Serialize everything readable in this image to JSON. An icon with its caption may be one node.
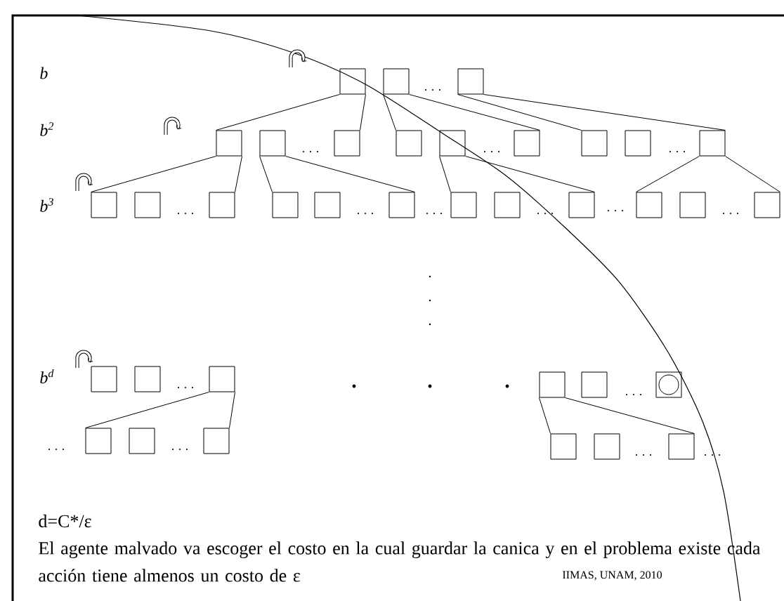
{
  "diagram": {
    "nodes": [
      {
        "text": [],
        "shape": "box"
      },
      {
        "text": [],
        "shape": "box"
      },
      {
        "text": [],
        "shape": "box"
      },
      {
        "text": [],
        "shape": "box"
      },
      {
        "text": [],
        "shape": "box"
      },
      {
        "text": [],
        "shape": "box"
      },
      {
        "text": [],
        "shape": "box"
      },
      {
        "text": [],
        "shape": "box"
      },
      {
        "text": [],
        "shape": "box"
      },
      {
        "text": [],
        "shape": "box"
      },
      {
        "text": [],
        "shape": "box"
      },
      {
        "text": [],
        "shape": "box"
      },
      {
        "text": [],
        "shape": "box"
      },
      {
        "text": [],
        "shape": "box"
      },
      {
        "text": [],
        "shape": "box"
      },
      {
        "text": [],
        "shape": "box"
      },
      {
        "text": [],
        "shape": "box"
      },
      {
        "text": [],
        "shape": "box"
      },
      {
        "text": [],
        "shape": "box"
      },
      {
        "text": [],
        "shape": "box"
      },
      {
        "text": [],
        "shape": "box"
      },
      {
        "text": [],
        "shape": "box"
      },
      {
        "text": [],
        "shape": "box"
      },
      {
        "text": [],
        "shape": "box"
      },
      {
        "text": [],
        "shape": "box"
      },
      {
        "text": [],
        "shape": "box"
      },
      {
        "text": [],
        "shape": "box"
      },
      {
        "text": [],
        "shape": "box"
      },
      {
        "text": [],
        "shape": "box"
      },
      {
        "text": [],
        "shape": "box"
      },
      {
        "text": [],
        "shape": "box"
      },
      {
        "text": [],
        "shape": "box"
      },
      {
        "text": [],
        "shape": "box"
      },
      {
        "text": [],
        "shape": "box"
      },
      {
        "text": [],
        "shape": "box"
      },
      {
        "text": [],
        "shape": "box"
      },
      {
        "text": [],
        "shape": "circle",
        "in": 29
      }
    ],
    "edges": [
      {
        "from": 0,
        "to": 3,
        "arrow": "none"
      },
      {
        "from": 0,
        "to": 5,
        "arrow": "none"
      },
      {
        "from": 1,
        "to": 6,
        "arrow": "none"
      },
      {
        "from": 1,
        "to": 8,
        "arrow": "none"
      },
      {
        "from": 2,
        "to": 9,
        "arrow": "none"
      },
      {
        "from": 2,
        "to": 11,
        "arrow": "none"
      },
      {
        "from": 3,
        "to": 12,
        "arrow": "none"
      },
      {
        "from": 3,
        "to": 14,
        "arrow": "none"
      },
      {
        "from": 4,
        "to": 15,
        "arrow": "none"
      },
      {
        "from": 4,
        "to": 17,
        "arrow": "none"
      },
      {
        "from": 7,
        "to": 18,
        "arrow": "none"
      },
      {
        "from": 7,
        "to": 20,
        "arrow": "none"
      },
      {
        "from": 11,
        "to": 21,
        "arrow": "none"
      },
      {
        "from": 11,
        "to": 23,
        "arrow": "none"
      },
      {
        "from": 26,
        "to": 30,
        "arrow": "none"
      },
      {
        "from": 26,
        "to": 32,
        "arrow": "none"
      },
      {
        "from": 27,
        "to": 33,
        "arrow": "none"
      },
      {
        "from": 27,
        "to": 35,
        "arrow": "none"
      }
    ],
    "labels": [
      "b",
      "b$^{2}$",
      "b$^{3}$",
      "b$^{d}$",
      "d=C*/ε",
      "El agente malvado va escoger el costo en la cual guardar la canica y en el problema existe cada acción tiene almenos un costo de ε",
      "IIMAS, UNAM, 2010"
    ]
  }
}
